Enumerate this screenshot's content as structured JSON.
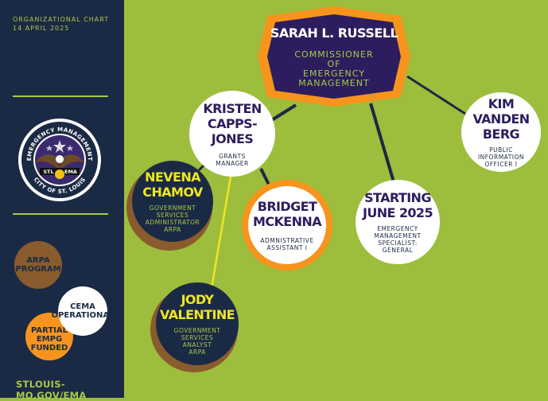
{
  "sidebar": {
    "label": "ORGANIZATIONAL CHART",
    "date": "14 APRIL 2025",
    "seal": {
      "top_text": "EMERGENCY MANAGEMENT",
      "bottom_text": "CITY OF ST. LOUIS",
      "left_text": "STL",
      "right_text": "EMA"
    },
    "legend": {
      "arpa": [
        "ARPA",
        "PROGRAM"
      ],
      "cema": [
        "CEMA",
        "OPERATIONAL"
      ],
      "partial": [
        "PARTIAL",
        "EMPG",
        "FUNDED"
      ]
    },
    "url": "STLOUIS-MO.GOV/EMA"
  },
  "chart": {
    "commissioner": {
      "name": "SARAH L. RUSSELL",
      "title": [
        "COMMISSIONER",
        "OF",
        "EMERGENCY",
        "MANAGEMENT"
      ]
    },
    "kristen": {
      "name": [
        "KRISTEN",
        "CAPPS-JONES"
      ],
      "title": [
        "GRANTS",
        "MANAGER"
      ]
    },
    "kim": {
      "name": [
        "KIM",
        "VANDEN BERG"
      ],
      "title": [
        "PUBLIC",
        "INFORMATION",
        "OFFICER I"
      ]
    },
    "starting": {
      "name": [
        "STARTING",
        "JUNE 2025"
      ],
      "title": [
        "EMERGENCY",
        "MANAGEMENT",
        "SPECIALIST:",
        "GENERAL"
      ]
    },
    "bridget": {
      "name": [
        "BRIDGET",
        "MCKENNA"
      ],
      "title": [
        "ADMNISTRATIVE",
        "ASSISTANT I"
      ]
    },
    "nevena": {
      "name": [
        "NEVENA",
        "CHAMOV"
      ],
      "title": [
        "GOVERNMENT",
        "SERVICES",
        "ADMINISTRATOR",
        "ARPA"
      ]
    },
    "jody": {
      "name": [
        "JODY",
        "VALENTINE"
      ],
      "title": [
        "GOVERNMENT",
        "SERVICES",
        "ANALYST",
        "ARPA"
      ]
    }
  },
  "colors": {
    "navy": "#1b2a44",
    "green": "#9dbe3c",
    "lime": "#a6c94a",
    "orange": "#f7941d",
    "brown": "#8a5b2d",
    "purple": "#2d1d5e",
    "yellow": "#f0e621"
  }
}
